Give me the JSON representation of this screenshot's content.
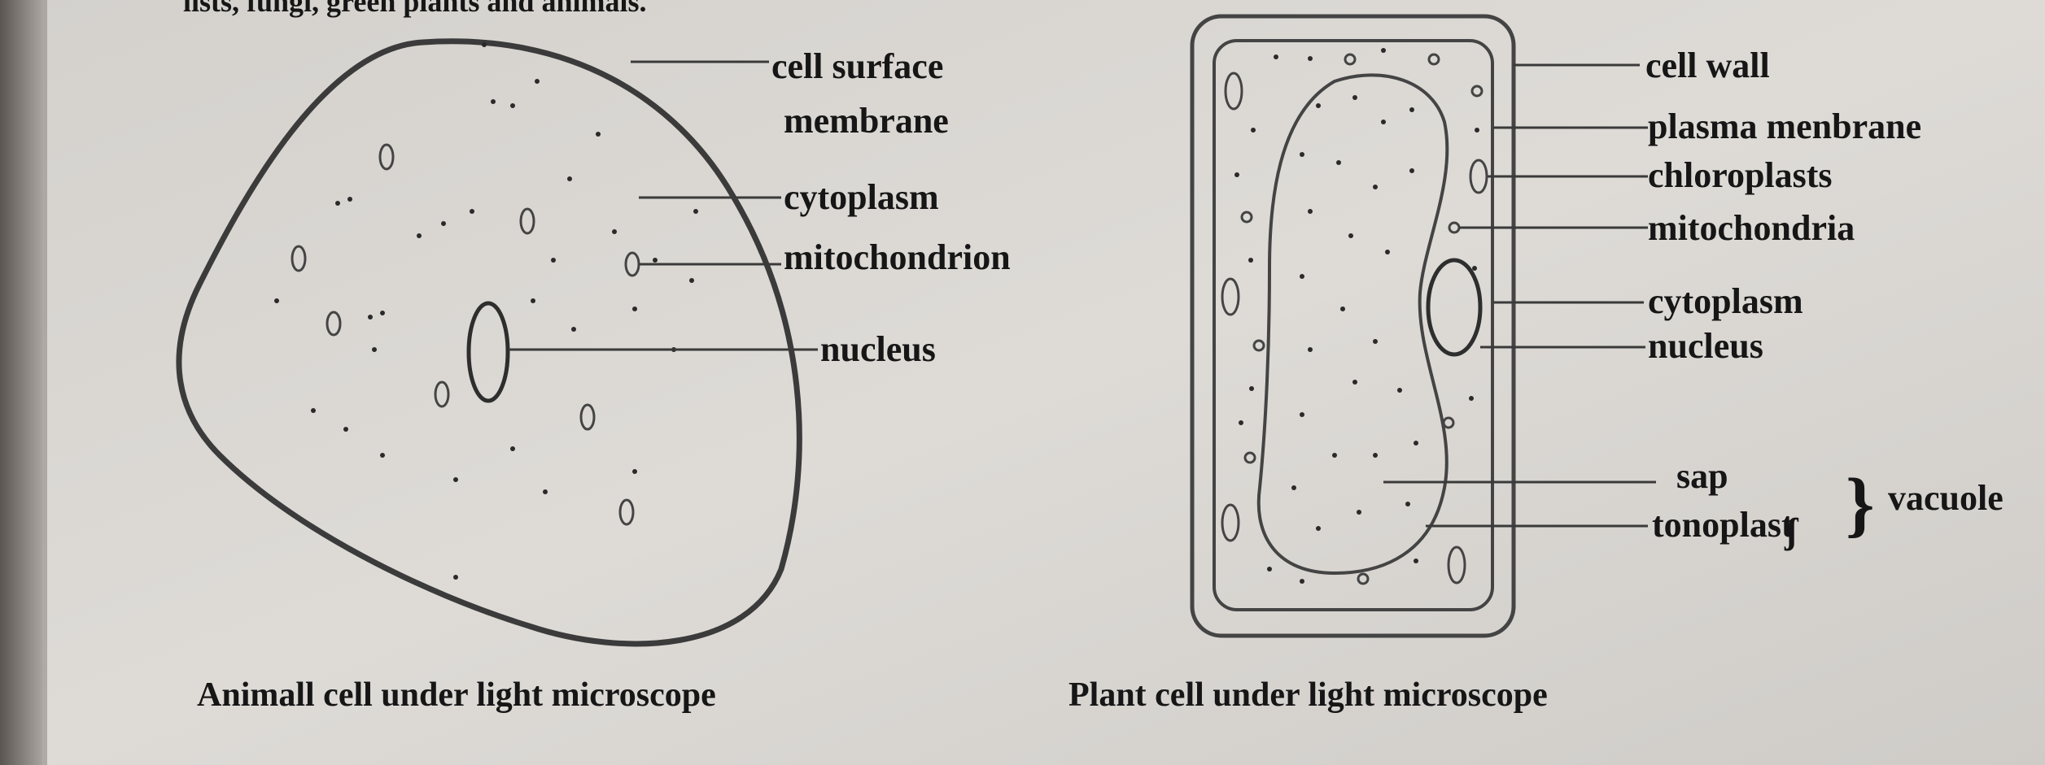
{
  "page": {
    "top_text_fragment": "lists, fungi, green plants and animals."
  },
  "animal": {
    "caption": "Animall cell under light microscope",
    "labels": {
      "surface_line1": "cell surface",
      "surface_line2": "membrane",
      "cytoplasm": "cytoplasm",
      "mitochondrion": "mitochondrion",
      "nucleus": "nucleus"
    }
  },
  "plant": {
    "caption": "Plant cell under light microscope",
    "labels": {
      "cell_wall": "cell wall",
      "plasma_membrane": "plasma menbrane",
      "chloroplasts": "chloroplasts",
      "mitochondria": "mitochondria",
      "cytoplasm": "cytoplasm",
      "nucleus": "nucleus",
      "sap": "sap",
      "tonoplast": "tonoplast",
      "vacuole": "vacuole"
    }
  },
  "colors": {
    "paper": "#dddad6",
    "ink": "#1a1a1a",
    "outline": "#3b3b3b"
  }
}
